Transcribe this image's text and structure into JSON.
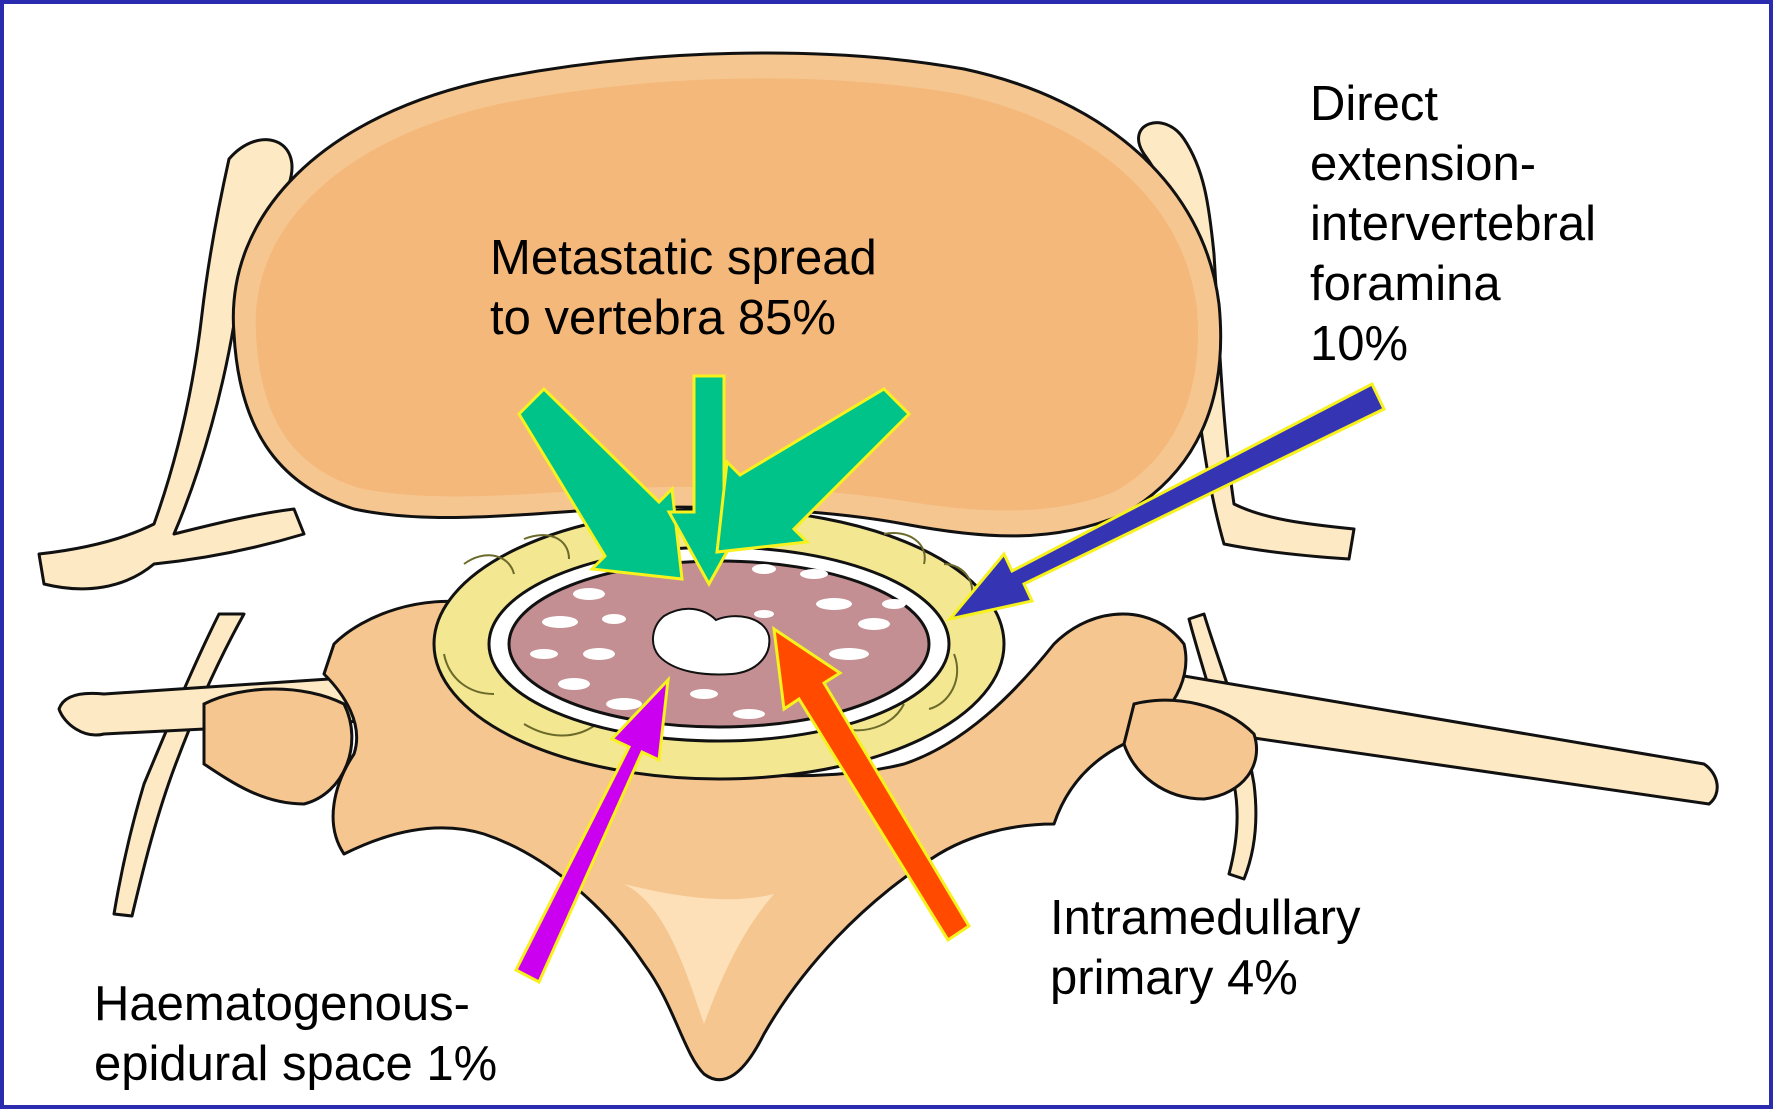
{
  "labels": {
    "metastatic": "Metastatic spread\nto vertebra 85%",
    "direct": "Direct\nextension-\nintervertebral\nforamina\n10%",
    "intramedullary": "Intramedullary\nprimary 4%",
    "haematogenous": "Haematogenous-\nepidural space 1%"
  },
  "colors": {
    "frame": "#2b2bb0",
    "bone": "#f6c690",
    "bone_light": "#fde0b8",
    "nerve": "#fde9c4",
    "fat": "#f3e792",
    "cord": "#c38f93",
    "arrow_metastatic": "#00c38a",
    "arrow_direct": "#3535b4",
    "arrow_intramedullary": "#ff4a00",
    "arrow_haematogenous": "#cc00f0",
    "arrow_outline": "#f7f21e"
  }
}
